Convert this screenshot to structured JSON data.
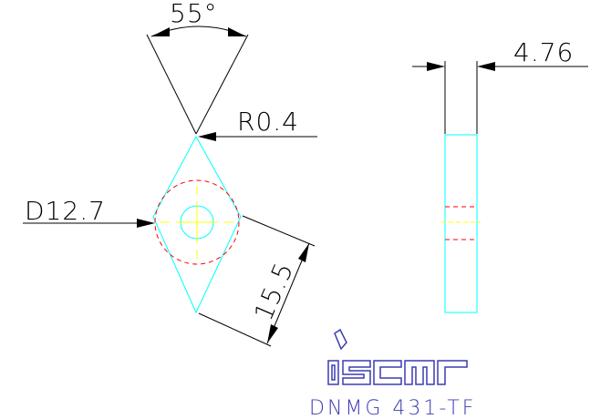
{
  "drawing": {
    "angle_label": "55°",
    "radius_label": "R0.4",
    "inscribed_circle_label": "D12.7",
    "edge_length_label": "15.5",
    "thickness_label": "4.76",
    "logo_text": "iscar",
    "model_label": "DNMG 431-TF"
  },
  "colors": {
    "outline": "#00ffff",
    "hidden_line": "#ff0000",
    "center_line": "#ffff00",
    "dimension": "#000000",
    "brand": "#3c3cb4"
  }
}
